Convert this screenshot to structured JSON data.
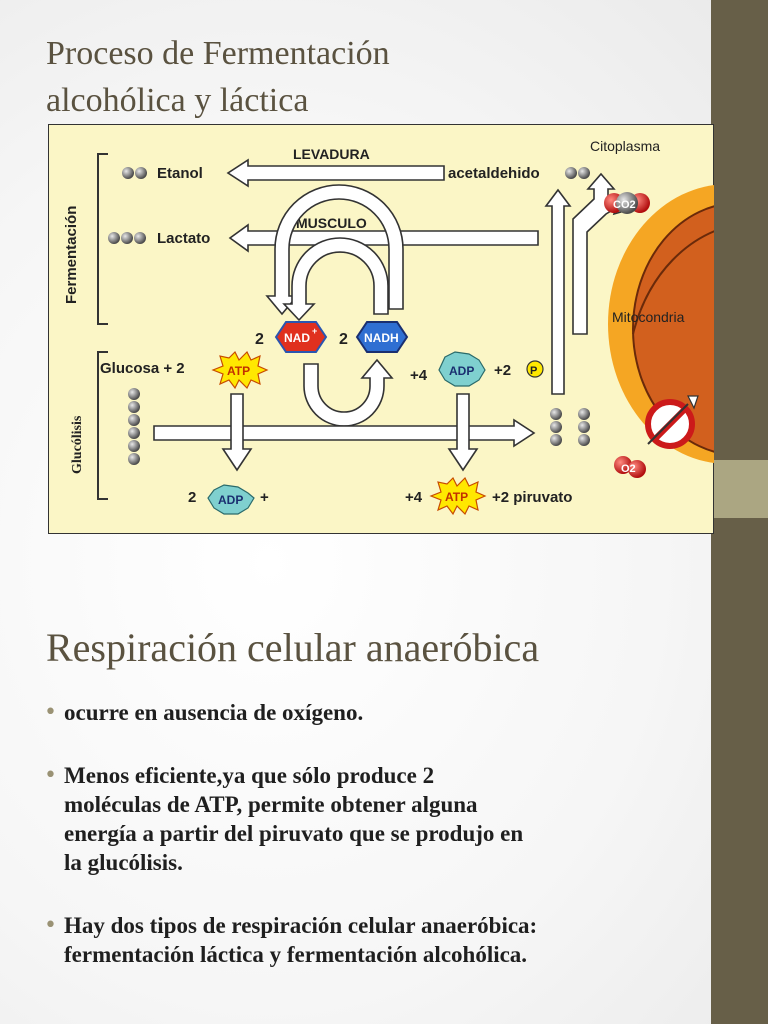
{
  "slide": {
    "title": "Proceso de Fermentación\nalcohólica y láctica",
    "heading": "Respiración celular anaeróbica",
    "bullets": [
      "ocurre en ausencia de oxígeno.",
      "Menos eficiente,ya que sólo produce  2\nmoléculas de ATP,  permite obtener alguna\nenergía a partir del piruvato que se produjo en\nla glucólisis.",
      "Hay dos tipos de respiración celular anaeróbica:\nfermentación láctica y fermentación alcohólica."
    ],
    "bullet_symbol": "•"
  },
  "diagram": {
    "citoplasma": "Citoplasma",
    "fermentacion": "Fermentación",
    "glucolisis": "Glucólisis",
    "levadura": "LEVADURA",
    "musculo": "MUSCULO",
    "etanol": "Etanol",
    "lactato": "Lactato",
    "acetaldehido": "acetaldehido",
    "co2": "CO2",
    "mitocondria": "Mitocondria",
    "o2": "O2",
    "nad": "NAD",
    "nad_sup": "+",
    "nadh": "NADH",
    "nad_coef": "2",
    "nadh_coef": "2",
    "glucosa": "Glucosa + 2",
    "atp": "ATP",
    "adp": "ADP",
    "plus4_adp": "+4",
    "plus2": "+2",
    "p": "P",
    "adp2_coef": "2",
    "plus_sign": "+",
    "plus4_atp": "+4",
    "plus2_piruvato": "+2 piruvato"
  },
  "colors": {
    "sidebar": "#675f48",
    "sidebar_tab": "#aba682",
    "title_text": "#5a5240",
    "diagram_bg": "#fbf6c6",
    "nad_red": "#e0301e",
    "nadh_blue": "#2f6fd2",
    "atp_yellow": "#ffe800",
    "adp_teal": "#7fd0cf",
    "mitochondria": "#d2601e",
    "mitochondria_ring": "#f5a623"
  }
}
